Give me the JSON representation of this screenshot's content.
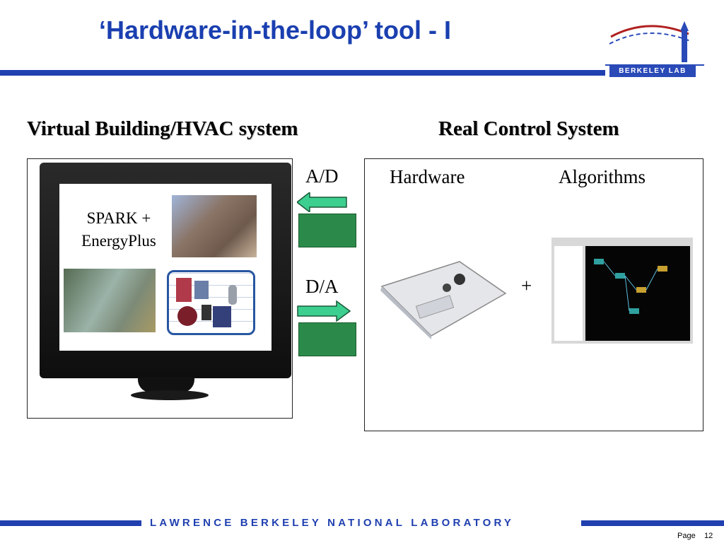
{
  "slide": {
    "title": "‘Hardware-in-the-loop’ tool - I",
    "logo_text": "BERKELEY LAB",
    "left_heading": "Virtual Building/HVAC system",
    "right_heading": "Real Control System",
    "simulation_label": "SPARK + EnergyPlus",
    "ad_label": "A/D",
    "da_label": "D/A",
    "hardware_label": "Hardware",
    "algorithms_label": "Algorithms",
    "plus": "+",
    "footer_text": "LAWRENCE BERKELEY NATIONAL LABORATORY",
    "page_label": "Page",
    "page_number": "12"
  },
  "colors": {
    "brand_blue": "#2040b0",
    "arrow_fill": "#3ccf8f"
  },
  "icons": [
    "left-arrow-icon",
    "right-arrow-icon",
    "berkeley-lab-logo"
  ]
}
